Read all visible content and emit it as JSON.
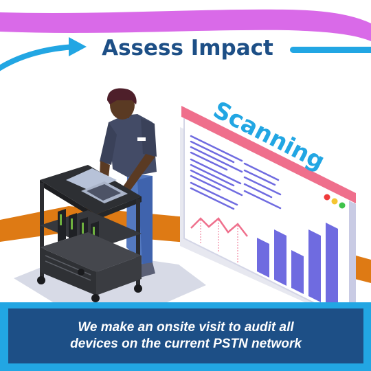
{
  "title": "Assess Impact",
  "screen_label": "Scanning",
  "caption": {
    "line1": "We make an onsite visit to audit all",
    "line2": "devices on the current PSTN network"
  },
  "shirt_logo": "barcode",
  "colors": {
    "title": "#1d4f86",
    "accent_blue": "#22a6e3",
    "caption_box": "#1d4f86",
    "top_band": "#d96ae8",
    "orange_band": "#de7a14",
    "screen_frame": "#ef6f8c",
    "bars": "#6f6be0",
    "text_lines": "#6f6be0"
  },
  "icons": {
    "title_arrow": "right-arrow-icon",
    "window_dots": [
      "red-dot",
      "yellow-dot",
      "green-dot"
    ]
  }
}
